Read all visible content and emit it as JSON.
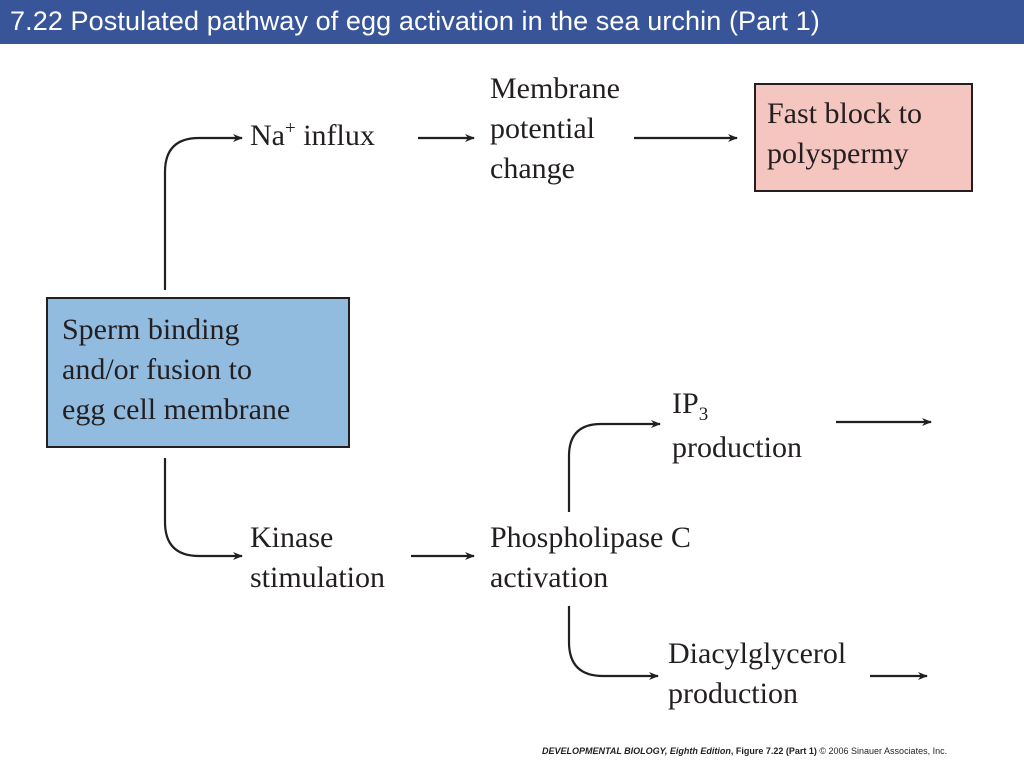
{
  "title": "7.22  Postulated pathway of egg activation in the sea urchin (Part 1)",
  "nodes": {
    "sperm": {
      "lines": [
        "Sperm binding",
        "and/or fusion to",
        "egg cell membrane"
      ],
      "fill": "#92bbe0"
    },
    "na_influx": {
      "text_before": "Na",
      "superscript": "+",
      "text_after": " influx"
    },
    "membrane": {
      "lines": [
        "Membrane",
        "potential",
        "change"
      ]
    },
    "fast_block": {
      "lines": [
        "Fast block to",
        "polyspermy"
      ],
      "fill": "#f5c5c0"
    },
    "kinase": {
      "lines": [
        "Kinase",
        "stimulation"
      ]
    },
    "plc": {
      "lines": [
        "Phospholipase C",
        "activation"
      ]
    },
    "ip3": {
      "text_before": "IP",
      "subscript": "3",
      "line2": "production"
    },
    "dag": {
      "lines": [
        "Diacylglycerol",
        "production"
      ]
    }
  },
  "footer": {
    "book": "DEVELOPMENTAL BIOLOGY, Eighth Edition",
    "figure": ", Figure 7.22 (Part 1)",
    "copyright": "  © 2006 Sinauer Associates, Inc."
  },
  "colors": {
    "title_bar": "#39559a",
    "line": "#231f20"
  }
}
